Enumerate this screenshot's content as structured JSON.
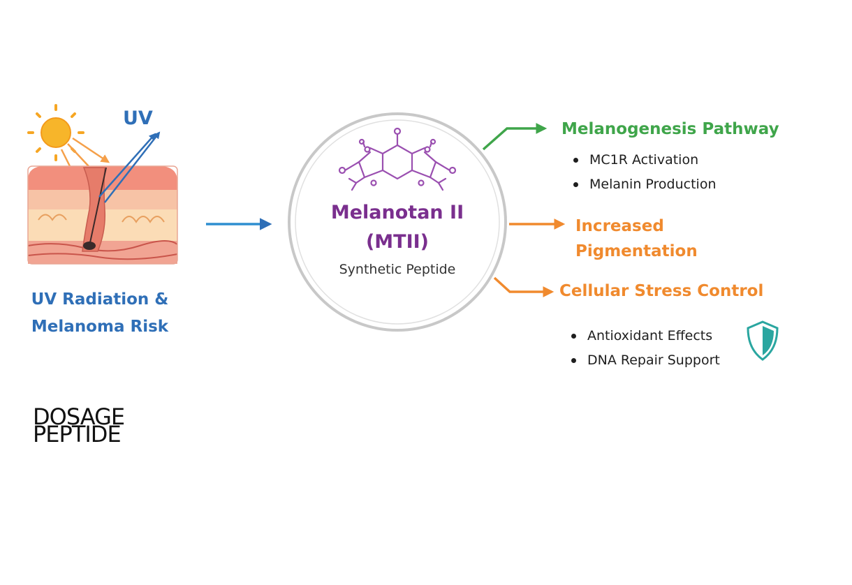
{
  "colors": {
    "blue": "#2f6fb7",
    "purple": "#7a2f8e",
    "green": "#3fa54a",
    "orange": "#f08a2e",
    "teal": "#2aa6a0",
    "sun": "#f7b52a"
  },
  "left": {
    "uv_label": "UV",
    "caption_line1": "UV Radiation &",
    "caption_line2": "Melanoma Risk"
  },
  "center": {
    "name_line1": "Melanotan II",
    "name_line2": "(MTII)",
    "subtitle": "Synthetic Peptide"
  },
  "outcomes": [
    {
      "title": "Melanogenesis Pathway",
      "bullets": [
        "MC1R Activation",
        "Melanin Production"
      ]
    },
    {
      "title_line1": "Increased",
      "title_line2": "Pigmentation"
    },
    {
      "title": "Cellular Stress Control",
      "bullets": [
        "Antioxidant Effects",
        "DNA Repair Support"
      ]
    }
  ],
  "brand": {
    "line1": "DOSAGE",
    "line2": "PEPTIDE"
  },
  "icons": [
    "sun-icon",
    "skin-cross-section-icon",
    "molecule-icon",
    "shield-icon"
  ]
}
